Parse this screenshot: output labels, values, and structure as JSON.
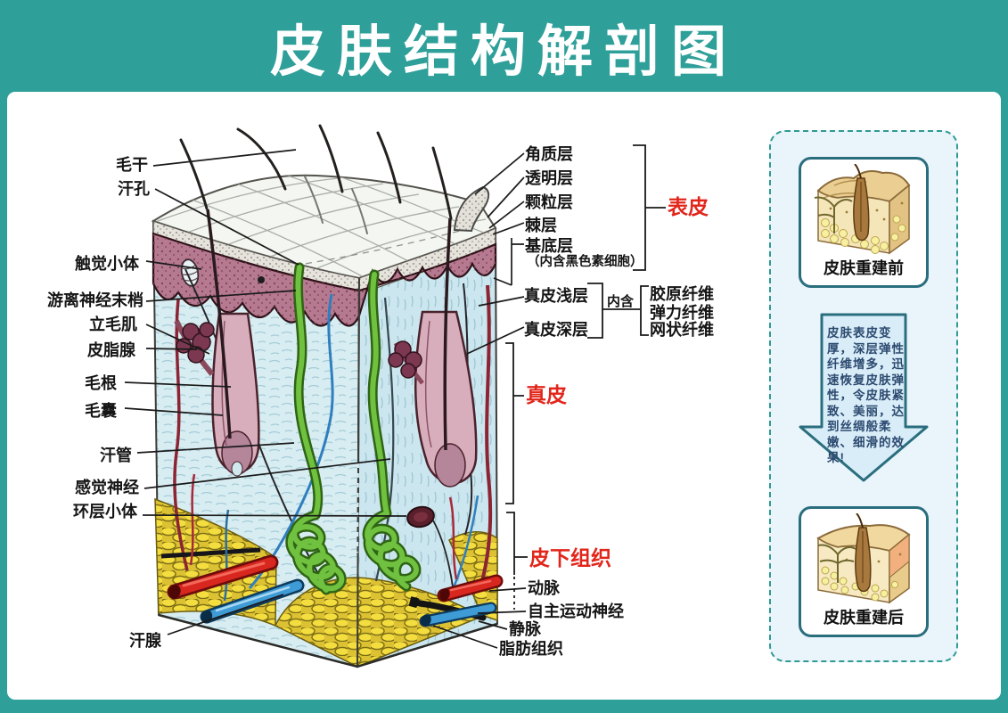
{
  "title": "皮肤结构解剖图",
  "labels": {
    "hair_shaft": "毛干",
    "sweat_pore": "汗孔",
    "tactile_corpuscle": "触觉小体",
    "free_nerve_endings": "游离神经末梢",
    "arrector_pili": "立毛肌",
    "sebaceous_gland": "皮脂腺",
    "hair_root": "毛根",
    "hair_follicle": "毛囊",
    "sweat_duct": "汗管",
    "sensory_nerve": "感觉神经",
    "lamellar_corpuscle": "环层小体",
    "sweat_gland": "汗腺",
    "stratum_corneum": "角质层",
    "stratum_lucidum": "透明层",
    "stratum_granulosum": "颗粒层",
    "stratum_spinosum": "棘层",
    "stratum_basale": "基底层",
    "basale_note": "（内含黑色素细胞）",
    "epidermis": "表皮",
    "dermis_superficial": "真皮浅层",
    "dermis_deep": "真皮深层",
    "contains": "内含",
    "collagen_fiber": "胶原纤维",
    "elastic_fiber": "弹力纤维",
    "reticular_fiber": "网状纤维",
    "dermis": "真皮",
    "subcutaneous": "皮下组织",
    "artery": "动脉",
    "autonomic_motor_nerve": "自主运动神经",
    "vein": "静脉",
    "fat_tissue": "脂肪组织"
  },
  "side_panel": {
    "before_label": "皮肤重建前",
    "arrow_text": "皮肤表皮变厚，深层弹性纤维增多，迅速恢复皮肤弹性，令皮肤紧致、美丽，达到丝绸般柔嫩、细滑的效果!",
    "after_label": "皮肤重建后"
  },
  "colors": {
    "banner_teal": "#2E9F99",
    "highlight_red": "#E2251A",
    "panel_border": "#2E9A93",
    "card_border": "#2A6E7E",
    "dermis_blue": "#D8EDF2",
    "epidermis_mauve": "#B57990",
    "fat_yellow": "#F4DD3F",
    "artery_red": "#D8271F",
    "vein_blue": "#3E9BD6",
    "gland_green": "#6FC13F"
  }
}
